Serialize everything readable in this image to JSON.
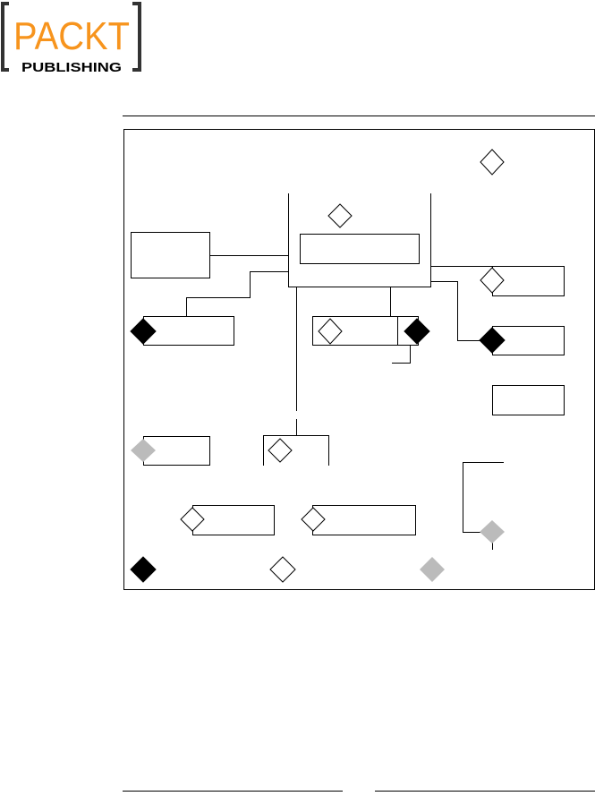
{
  "logo": {
    "brand": "PACKT",
    "sub": "PUBLISHING",
    "colors": {
      "brand": "#f7941d",
      "bracket": "#333333",
      "sub": "#000000"
    }
  },
  "diagram": {
    "colors": {
      "line": "#000000",
      "box_fill": "#ffffff",
      "filled_diamond": "#000000",
      "open_diamond": "#ffffff",
      "grey_diamond": "#bbbbbb"
    },
    "boxes": [
      "frame-box",
      "left-box",
      "center-inner-box",
      "right-top-box",
      "left-mid-box",
      "center-mid-box",
      "right-mid-box",
      "right-lower-box",
      "left-low-box",
      "bottom-left-box",
      "bottom-right-box"
    ],
    "diamonds": {
      "open": 8,
      "filled": 4,
      "grey": 3
    },
    "legend": [
      {
        "kind": "filled-diamond"
      },
      {
        "kind": "open-diamond"
      },
      {
        "kind": "grey-diamond"
      }
    ]
  }
}
